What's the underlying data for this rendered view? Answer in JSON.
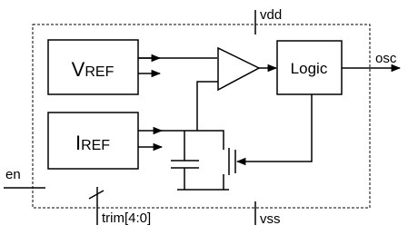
{
  "colors": {
    "reference_block_fill": "#ebf5e4",
    "logic_block_fill": "#eeeef8",
    "amplifier_fill": "#dde9f6",
    "stroke": "#000000"
  },
  "blocks": {
    "vref": {
      "letter": "V",
      "subscript": "REF"
    },
    "iref": {
      "letter": "I",
      "subscript": "REF"
    },
    "logic": {
      "label": "Logic"
    }
  },
  "pins": {
    "vdd": "vdd",
    "vss": "vss",
    "osc": "osc",
    "en": "en",
    "trim": "trim[4:0]"
  }
}
